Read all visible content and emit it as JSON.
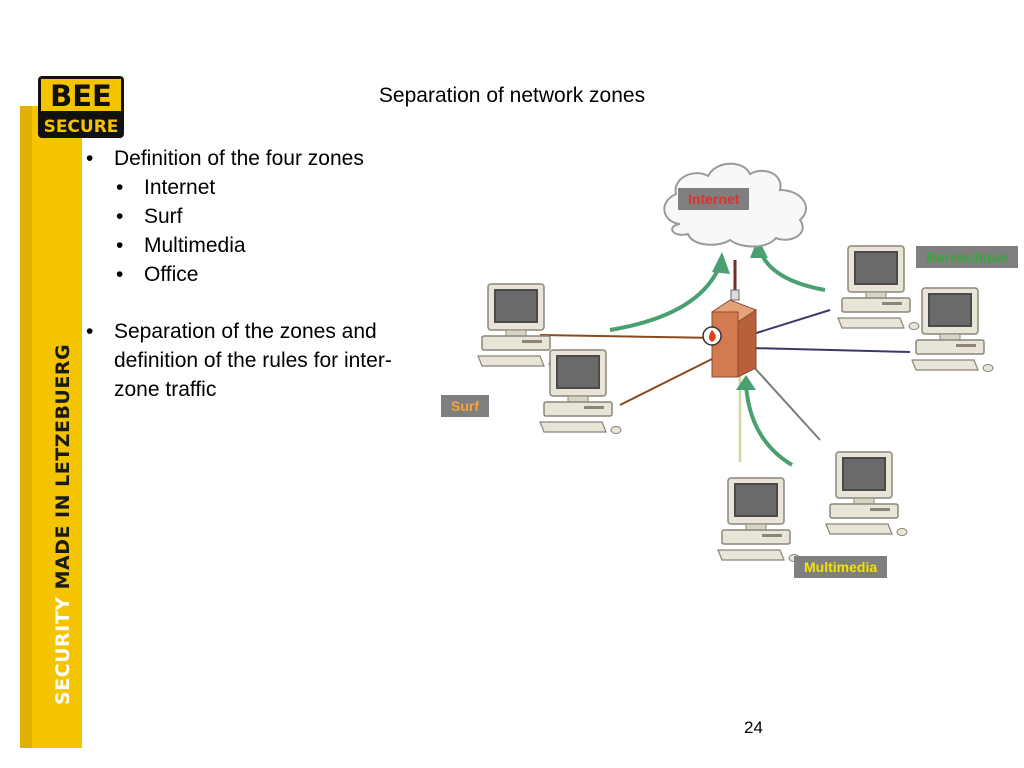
{
  "logo": {
    "line1": "BEE",
    "line2": "SECURE"
  },
  "sidebar": {
    "tagline_part1": "SECURITY",
    "tagline_part2": " MADE IN LETZEBUERG"
  },
  "slide": {
    "title": "Separation of network zones",
    "page_number": "24"
  },
  "bullets": {
    "item1": "Definition of the four zones",
    "sub_items": [
      "Internet",
      "Surf",
      "Multimedia",
      "Office"
    ],
    "item2": "Separation of the zones and definition of the rules for inter-zone traffic"
  },
  "diagram": {
    "zones": {
      "internet": "Internet",
      "bureautique": "Bureautique",
      "surf": "Surf",
      "multimedia": "Multimedia"
    },
    "colors": {
      "internet_text": "#e0302a",
      "bureautique_text": "#3aa63a",
      "surf_text": "#f4a53a",
      "multimedia_text": "#f5e400",
      "arrows": "#4aa070",
      "internet_cable": "#7a2a2a",
      "surf_cable": "#8a4a20",
      "office_cable": "#3a3a6a",
      "multimedia_cable": "#d0d8a0"
    },
    "icons": [
      "cloud-icon",
      "firewall-server-icon",
      "desktop-computer-icon"
    ]
  }
}
